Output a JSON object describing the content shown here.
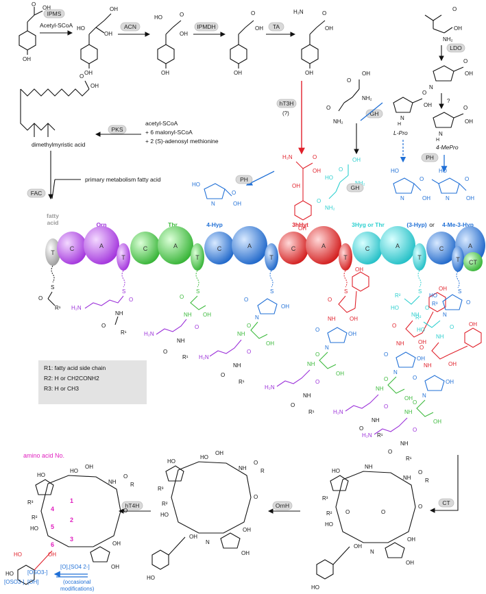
{
  "enzymes": {
    "ipms": "IPMS",
    "acn": "ACN",
    "ipmdh": "IPMDH",
    "ta": "TA",
    "ldo": "LDO",
    "ht3h": "hT3H",
    "ht3h_note": "(?)",
    "gh1": "GH",
    "gh2": "GH",
    "pks": "PKS",
    "ph1": "PH",
    "ph2": "PH",
    "fac": "FAC",
    "ornh": "OrnH",
    "ht4h": "hT4H",
    "ct": "CT"
  },
  "reagents": {
    "acetyl": "Acetyl-SCoA",
    "pks_1": "acetyl-SCoA",
    "pks_2": "+ 6 malonyl-SCoA",
    "pks_3": "+ 2 (S)-adenosyl methionine",
    "primary": "primary metabolism fatty acid",
    "question": "?",
    "dimethyl": "dimethylmyristic acid",
    "lpro": "L-Pro",
    "mepro": "4-MePro",
    "or": "or"
  },
  "modules": [
    {
      "label": "fatty acid",
      "color": "#999999"
    },
    {
      "label": "Orn",
      "color": "#9b30d9"
    },
    {
      "label": "Thr",
      "color": "#3bb93b"
    },
    {
      "label": "4-Hyp",
      "color": "#1f6fd6"
    },
    {
      "label": "3hHyt",
      "color": "#e0202a"
    },
    {
      "label": "3Hyg or Thr",
      "color": "#2ccfcf"
    },
    {
      "label": "(3-Hyp)",
      "color": "#1f6fd6"
    },
    {
      "label": "4-Me-3-Hyp",
      "color": "#1f6fd6"
    }
  ],
  "domain_labels": {
    "c": "C",
    "a": "A",
    "t": "T",
    "ct": "CT"
  },
  "legend": {
    "r1": "R1: fatty acid side chain",
    "r2": "R2: H or CH2CONH2",
    "r3": "R3: H or CH3"
  },
  "amino_acid_no": "amino acid No.",
  "residue_numbers": [
    "1",
    "2",
    "3",
    "4",
    "5",
    "6"
  ],
  "modifications": {
    "reagent": "[O],[SO4 2-]",
    "note1": "(occasional",
    "note2": "modifications)",
    "oso3": "[OSO3-]",
    "oh": "[OH]"
  },
  "colors": {
    "grey": "#999999",
    "purple": "#9b30d9",
    "green": "#3bb93b",
    "blue": "#1f6fd6",
    "red": "#e0202a",
    "cyan": "#2ccfcf",
    "magenta": "#e01fbf"
  }
}
